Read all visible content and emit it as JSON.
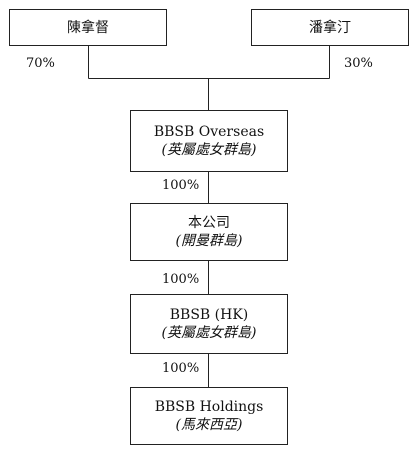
{
  "shareholders": [
    {
      "name": "陳拿督",
      "percent": "70%"
    },
    {
      "name": "潘拿汀",
      "percent": "30%"
    }
  ],
  "entities": [
    {
      "name": "BBSB Overseas",
      "jurisdiction": "(英屬處女群島)",
      "ownership_above": ""
    },
    {
      "name": "本公司",
      "jurisdiction": "(開曼群島)",
      "ownership_above": "100%"
    },
    {
      "name": "BBSB (HK)",
      "jurisdiction": "(英屬處女群島)",
      "ownership_above": "100%"
    },
    {
      "name": "BBSB Holdings",
      "jurisdiction": "(馬來西亞)",
      "ownership_above": "100%"
    }
  ]
}
